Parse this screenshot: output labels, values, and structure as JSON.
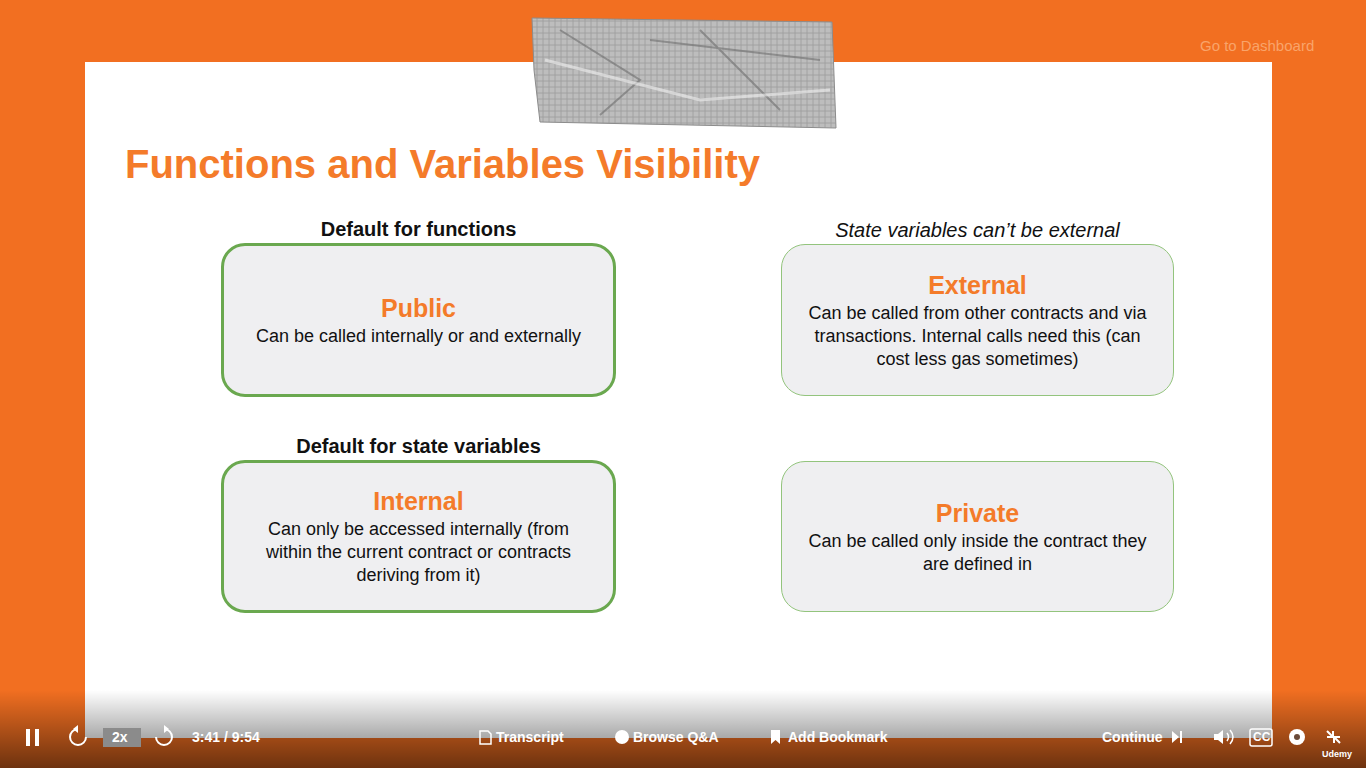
{
  "diagram": {
    "title": "Functions and Variables Visibility",
    "nodes": [
      {
        "text": [
          "Default for functions",
          "Public",
          "Can be called internally or and externally"
        ]
      },
      {
        "text": [
          "State variables can’t be external",
          "External",
          "Can be called from other contracts and via transactions. Internal calls need this (can cost less gas sometimes)"
        ]
      },
      {
        "text": [
          "Default for state variables",
          "Internal",
          "Can only be accessed internally (from within the current contract or contracts deriving from it)"
        ]
      },
      {
        "text": [
          "Private",
          "Can be called only inside the contract they are defined in"
        ]
      }
    ],
    "labels": [
      "Go to Dashboard",
      "2x",
      "3:41 / 9:54",
      "Transcript",
      "Browse Q&A",
      "Add Bookmark",
      "Continue",
      "CC",
      "Udemy"
    ]
  }
}
